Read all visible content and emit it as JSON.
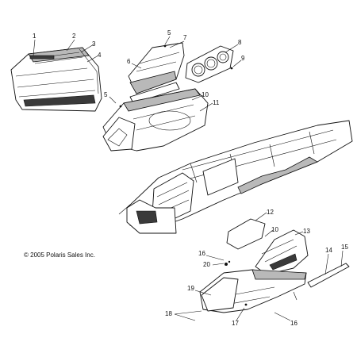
{
  "copyright": "© 2005 Polaris Sales Inc.",
  "callouts": [
    {
      "id": "c1",
      "label": "1"
    },
    {
      "id": "c2",
      "label": "2"
    },
    {
      "id": "c3",
      "label": "3"
    },
    {
      "id": "c4",
      "label": "4"
    },
    {
      "id": "c5a",
      "label": "5"
    },
    {
      "id": "c5b",
      "label": "5"
    },
    {
      "id": "c6",
      "label": "6"
    },
    {
      "id": "c7",
      "label": "7"
    },
    {
      "id": "c8",
      "label": "8"
    },
    {
      "id": "c9",
      "label": "9"
    },
    {
      "id": "c10a",
      "label": "10"
    },
    {
      "id": "c10b",
      "label": "10"
    },
    {
      "id": "c11",
      "label": "11"
    },
    {
      "id": "c12",
      "label": "12"
    },
    {
      "id": "c13",
      "label": "13"
    },
    {
      "id": "c14",
      "label": "14"
    },
    {
      "id": "c15",
      "label": "15"
    },
    {
      "id": "c16a",
      "label": "16"
    },
    {
      "id": "c16b",
      "label": "16"
    },
    {
      "id": "c17",
      "label": "17"
    },
    {
      "id": "c18",
      "label": "18"
    },
    {
      "id": "c19",
      "label": "19"
    },
    {
      "id": "c20",
      "label": "20"
    }
  ]
}
